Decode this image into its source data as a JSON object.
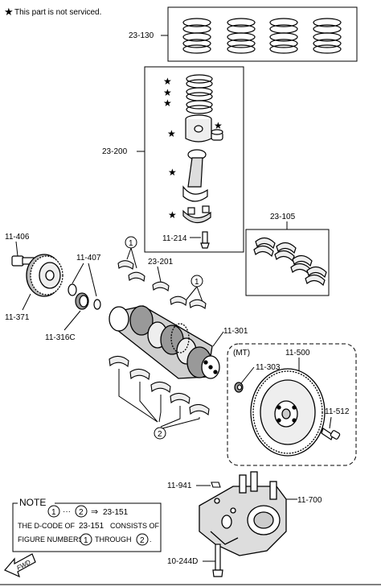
{
  "legend": {
    "star_symbol": "★",
    "text": "This part is not serviced."
  },
  "parts": {
    "p23_130": "23-130",
    "p23_200": "23-200",
    "p23_105": "23-105",
    "p11_214": "11-214",
    "p11_406": "11-406",
    "p11_407": "11-407",
    "p11_371": "11-371",
    "p11_316c": "11-316C",
    "p23_201": "23-201",
    "p11_301": "11-301",
    "p11_303": "11-303",
    "p11_500": "11-500",
    "p11_512": "11-512",
    "p11_941": "11-941",
    "p11_700": "11-700",
    "p10_244d": "10-244D"
  },
  "callouts": {
    "c1": "1",
    "c2": "2"
  },
  "mt_label": "(MT)",
  "note": {
    "title": "NOTE",
    "ref_num1": "1",
    "dots": "···",
    "ref_num2": "2",
    "arrow": "⇒",
    "ref_code": "23-151",
    "line2_a": "THE D-CODE OF",
    "line2_code": "23-151",
    "line2_b": "CONSISTS OF",
    "line3_a": "FIGURE NUMBERS",
    "line3_num1": "1",
    "line3_through": "THROUGH",
    "line3_num2": "2",
    "line3_end": "."
  },
  "front_arrow": {
    "label": "FWD"
  }
}
